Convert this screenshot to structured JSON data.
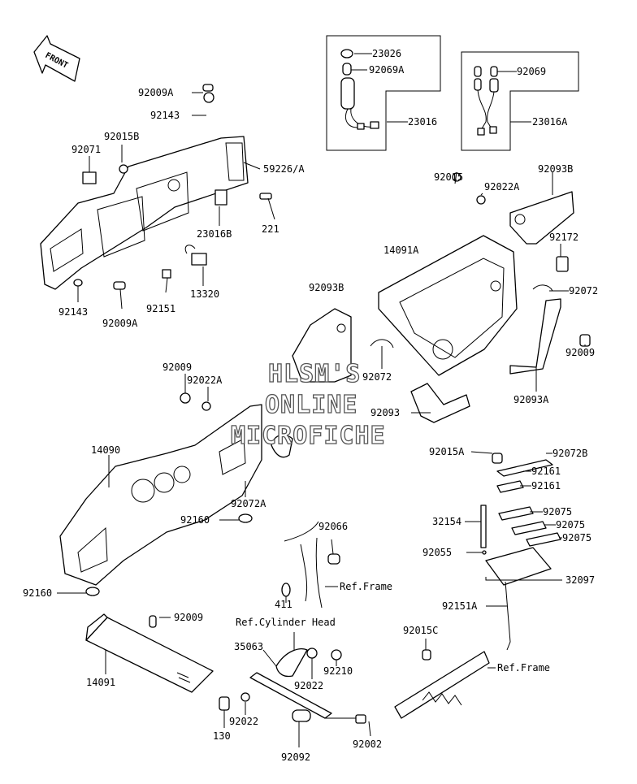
{
  "labels": {
    "23026": "23026",
    "92069A": "92069A",
    "23016": "23016",
    "92069": "92069",
    "23016A": "23016A",
    "92009A_top": "92009A",
    "92143_top": "92143",
    "92015B": "92015B",
    "92071": "92071",
    "59226A": "59226/A",
    "23016B": "23016B",
    "221": "221",
    "92015": "92015",
    "92093B_right": "92093B",
    "92022A_right": "92022A",
    "92172": "92172",
    "14091A": "14091A",
    "92072_right": "92072",
    "92143_bottom": "92143",
    "92009A_bottom": "92009A",
    "92151": "92151",
    "13320": "13320",
    "92093B_mid": "92093B",
    "92072_mid": "92072",
    "92009_right": "92009",
    "92093A": "92093A",
    "92009_left": "92009",
    "92022A_left": "92022A",
    "92093": "92093",
    "14090": "14090",
    "92072A": "92072A",
    "92160_mid": "92160",
    "92160_left": "92160",
    "92015A": "92015A",
    "92072B": "92072B",
    "92161_a": "92161",
    "92161_b": "92161",
    "32154": "32154",
    "92075_a": "92075",
    "92075_b": "92075",
    "92075_c": "92075",
    "92055": "92055",
    "32097": "32097",
    "92151A": "92151A",
    "92066": "92066",
    "411": "411",
    "ref_frame_1": "Ref.Frame",
    "92009_bottom": "92009",
    "14091": "14091",
    "ref_cylinder_head": "Ref.Cylinder Head",
    "92015C": "92015C",
    "ref_frame_2": "Ref.Frame",
    "35063": "35063",
    "92210": "92210",
    "92022_a": "92022",
    "92022_b": "92022",
    "130": "130",
    "92092": "92092",
    "92002": "92002"
  },
  "front_arrow": "FRONT",
  "watermark": [
    "HLSM'S",
    "ONLINE",
    "MICROFICHE"
  ]
}
